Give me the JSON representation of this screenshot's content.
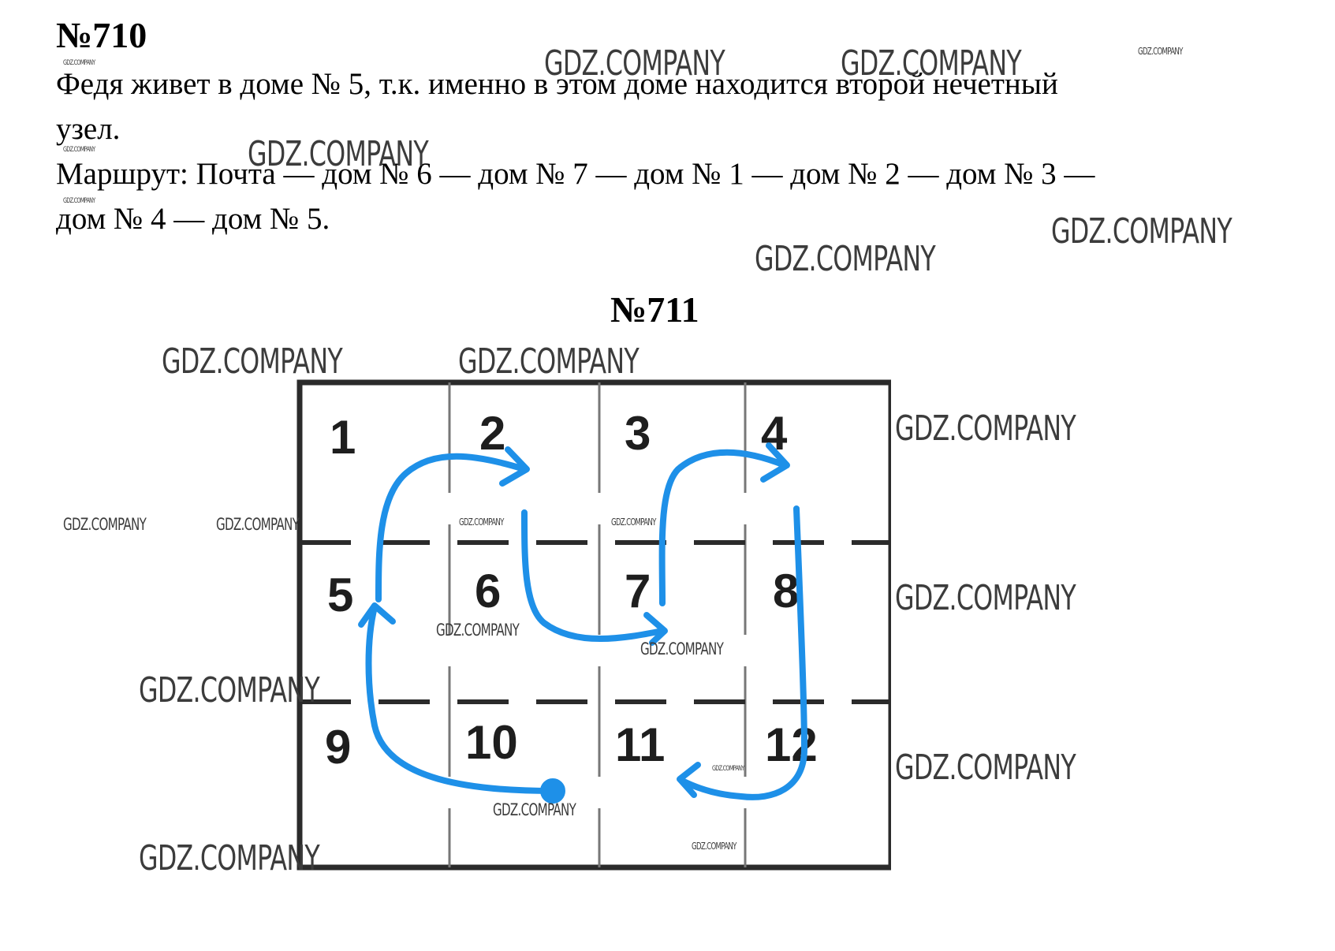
{
  "task710": {
    "title": "№710",
    "lines": [
      "Федя живет в доме № 5, т.к. именно в этом доме находится второй нечетный",
      "узел.",
      "Маршрут: Почта — дом № 6 — дом № 7 — дом № 1 — дом № 2 — дом № 3 —",
      "дом № 4 — дом № 5."
    ]
  },
  "task711": {
    "title": "№711",
    "grid": {
      "rows": 3,
      "cols": 4,
      "cells": [
        "1",
        "2",
        "3",
        "4",
        "5",
        "6",
        "7",
        "8",
        "9",
        "10",
        "11",
        "12"
      ]
    },
    "path_color": "#1e90e8",
    "route": [
      "10",
      "5",
      "2",
      "7",
      "4",
      "12",
      "11"
    ]
  },
  "watermark": {
    "text": "GDZ.COMPANY"
  }
}
